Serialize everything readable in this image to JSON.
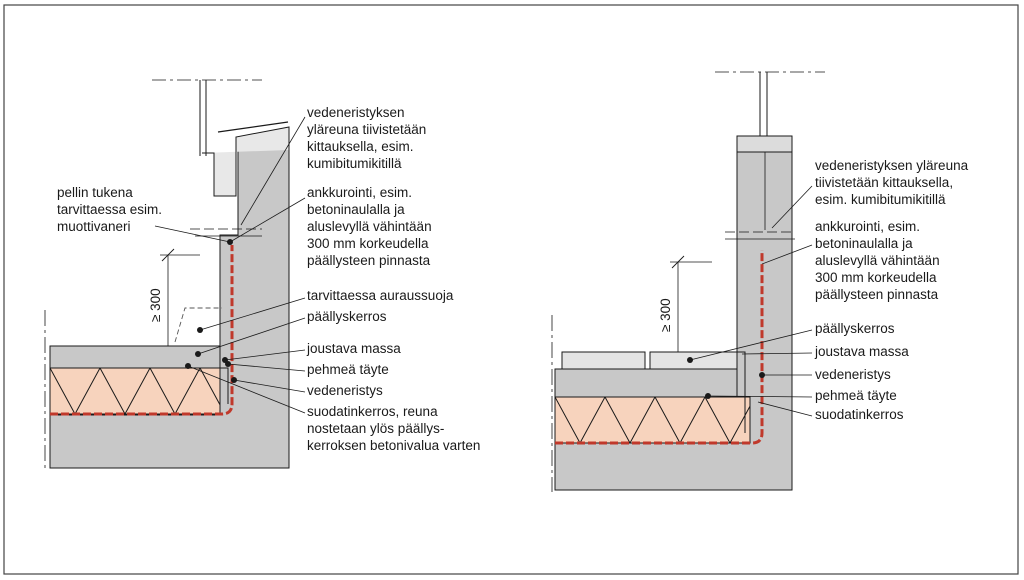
{
  "colors": {
    "concrete": "#c8c8c8",
    "insulation": "#f7d3bd",
    "membrane": "#c0392b",
    "line": "#1a1a1a"
  },
  "left": {
    "labels": {
      "sealing": [
        "vedeneristyksen",
        "yläreuna tiivistetään",
        "kittauksella, esim.",
        "kumibitumikitillä"
      ],
      "support": [
        "pellin tukena",
        "tarvittaessa esim.",
        "muottivaneri"
      ],
      "anchoring": [
        "ankkurointi, esim.",
        "betoninaulalla ja",
        "aluslevyllä vähintään",
        "300 mm korkeudella",
        "päällysteen pinnasta"
      ],
      "plow_guard": "tarvittaessa auraussuoja",
      "surface": "päällyskerros",
      "flexible": "joustava massa",
      "soft_fill": "pehmeä täyte",
      "waterproofing": "vedeneristys",
      "filter": [
        "suodatinkerros, reuna",
        "nostetaan ylös päällys-",
        "kerroksen betonivalua varten"
      ],
      "dimension": "≥ 300"
    }
  },
  "right": {
    "labels": {
      "sealing": [
        "vedeneristyksen yläreuna",
        "tiivistetään kittauksella,",
        "esim. kumibitumikitillä"
      ],
      "anchoring": [
        "ankkurointi, esim.",
        "betoninaulalla ja",
        "aluslevyllä vähintään",
        "300 mm korkeudella",
        "päällysteen pinnasta"
      ],
      "surface": "päällyskerros",
      "flexible": "joustava massa",
      "waterproofing": "vedeneristys",
      "soft_fill": "pehmeä täyte",
      "filter": "suodatinkerros",
      "dimension": "≥ 300"
    }
  }
}
